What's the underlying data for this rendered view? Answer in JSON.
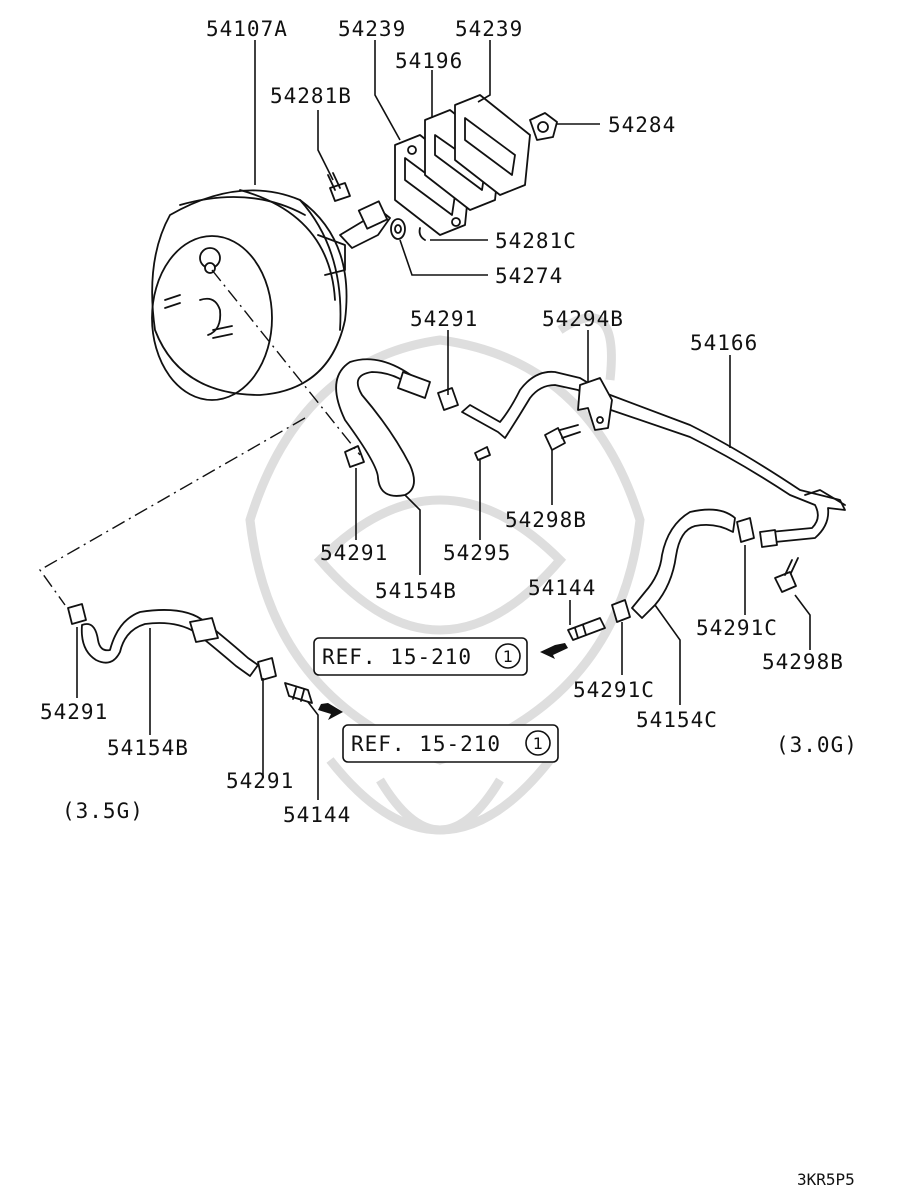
{
  "labels": {
    "p54107A": "54107A",
    "p54239_a": "54239",
    "p54239_b": "54239",
    "p54196": "54196",
    "p54281B": "54281B",
    "p54284": "54284",
    "p54281C": "54281C",
    "p54274": "54274",
    "p54291_a": "54291",
    "p54294B": "54294B",
    "p54166": "54166",
    "p54291_b": "54291",
    "p54154B_a": "54154B",
    "p54295": "54295",
    "p54298B_a": "54298B",
    "p54144_a": "54144",
    "p54291C_a": "54291C",
    "p54298B_b": "54298B",
    "p54291C_b": "54291C",
    "p54154C": "54154C",
    "p54291_c": "54291",
    "p54154B_b": "54154B",
    "p54291_d": "54291",
    "p54144_b": "54144"
  },
  "refs": {
    "ref1_text": "REF. 15-210",
    "ref1_num": "1",
    "ref2_text": "REF. 15-210",
    "ref2_num": "1"
  },
  "variants": {
    "left": "(3.5G)",
    "right": "(3.0G)"
  },
  "diagram_code": "3KR5P5"
}
